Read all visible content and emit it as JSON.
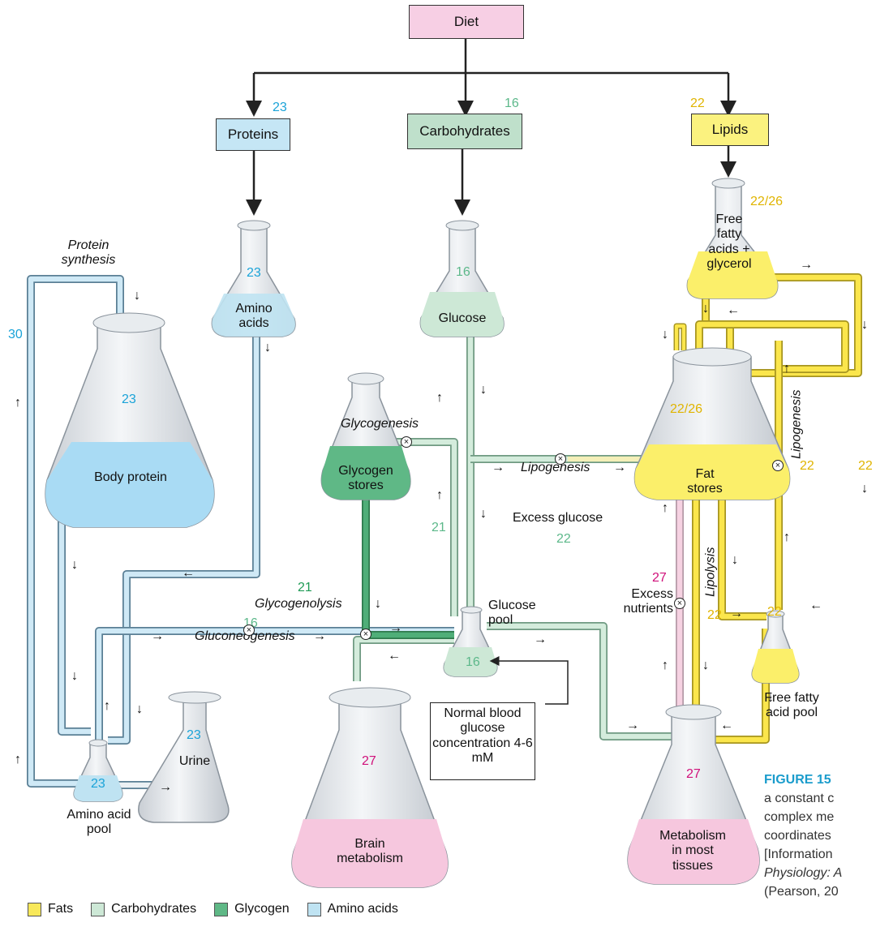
{
  "colors": {
    "fats": "#f8e85a",
    "carbohydrates": "#cde8d6",
    "glycogen": "#5fb886",
    "amino_acids": "#bfe3f2",
    "body_protein": "#a9dbf4",
    "brain": "#f6c7de",
    "number_blue": "#1aa3d8",
    "number_green": "#5cb88a",
    "number_darkgreen": "#1f9a55",
    "number_yellow": "#e0b400",
    "number_magenta": "#d0107a"
  },
  "diagram": {
    "diet": "Diet",
    "proteins": "Proteins",
    "carbohydrates": "Carbohydrates",
    "lipids": "Lipids",
    "num_proteins": "23",
    "num_carbohydrates": "16",
    "num_lipids": "22",
    "amino_acids": "Amino acids",
    "num_amino_acids": "23",
    "glucose": "Glucose",
    "num_glucose": "16",
    "ffa_glycerol": "Free fatty acids + glycerol",
    "num_ffa_glycerol": "22/26",
    "protein_synthesis": "Protein synthesis",
    "num_protein_synthesis": "30",
    "body_protein": "Body protein",
    "num_body_protein": "23",
    "glycogenesis": "Glycogenesis",
    "glycogen_stores": "Glycogen stores",
    "num_glycogen_stores": "21",
    "glycogenolysis": "Glycogenolysis",
    "num_glycogenolysis": "21",
    "lipogenesis": "Lipogenesis",
    "excess_glucose": "Excess glucose",
    "num_excess_glucose": "22",
    "fat_stores": "Fat stores",
    "num_fat_stores": "22/26",
    "lipogenesis_vertical": "Lipogenesis",
    "num_lipogenesis_vertical": "22",
    "num_right_loop": "22",
    "lipolysis": "Lipolysis",
    "glucose_pool": "Glucose pool",
    "num_glucose_pool": "16",
    "gluconeogenesis": "Gluconeogenesis",
    "num_gluconeogenesis": "16",
    "excess_nutrients": "Excess nutrients",
    "num_excess_nutrients": "27",
    "free_fatty_acid_pool": "Free fatty acid pool",
    "num_ffa_pool": "22",
    "num_ffa_pool_in": "22",
    "normal_blood_glucose": "Normal blood glucose concentration 4-6 mM",
    "urine": "Urine",
    "num_urine": "23",
    "amino_acid_pool": "Amino acid pool",
    "num_amino_acid_pool": "23",
    "brain_metabolism": "Brain metabolism",
    "num_brain": "27",
    "metabolism_tissues": "Metabolism in most tissues",
    "num_metabolism": "27"
  },
  "legend": {
    "fats": "Fats",
    "carbohydrates": "Carbohydrates",
    "glycogen": "Glycogen",
    "amino_acids": "Amino acids"
  },
  "caption": {
    "figure": "FIGURE 15",
    "line1": "a constant c",
    "line2": "complex me",
    "line3": "coordinates",
    "line4": "[Information",
    "line5": "Physiology: A",
    "line6": "(Pearson, 20"
  }
}
